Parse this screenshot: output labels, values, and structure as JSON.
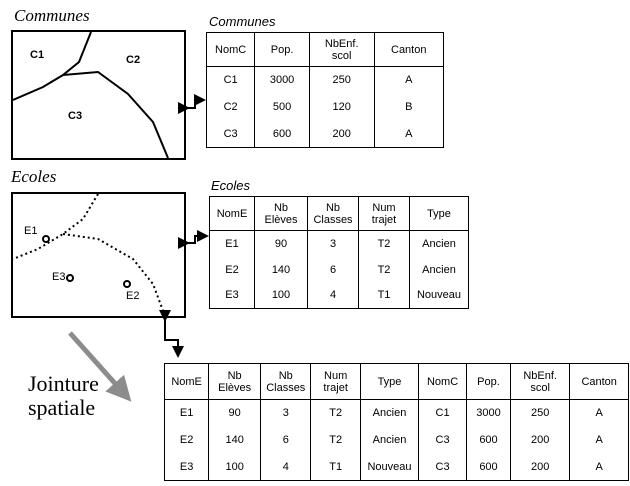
{
  "communes_map": {
    "title": "Communes",
    "regions": [
      "C1",
      "C2",
      "C3"
    ]
  },
  "communes_table": {
    "title": "Communes",
    "headers": [
      "NomC",
      "Pop.",
      "NbEnf.\nscol",
      "Canton"
    ],
    "rows": [
      [
        "C1",
        "3000",
        "250",
        "A"
      ],
      [
        "C2",
        "500",
        "120",
        "B"
      ],
      [
        "C3",
        "600",
        "200",
        "A"
      ]
    ]
  },
  "ecoles_map": {
    "title": "Ecoles",
    "schools": [
      "E1",
      "E3",
      "E2"
    ]
  },
  "ecoles_table": {
    "title": "Ecoles",
    "headers": [
      "NomE",
      "Nb\nElèves",
      "Nb\nClasses",
      "Num\ntrajet",
      "Type"
    ],
    "rows": [
      [
        "E1",
        "90",
        "3",
        "T2",
        "Ancien"
      ],
      [
        "E2",
        "140",
        "6",
        "T2",
        "Ancien"
      ],
      [
        "E3",
        "100",
        "4",
        "T1",
        "Nouveau"
      ]
    ]
  },
  "join": {
    "label": "Jointure\nspatiale",
    "headers": [
      "NomE",
      "Nb\nElèves",
      "Nb\nClasses",
      "Num\ntrajet",
      "Type",
      "NomC",
      "Pop.",
      "NbEnf.\nscol",
      "Canton"
    ],
    "rows": [
      [
        "E1",
        "90",
        "3",
        "T2",
        "Ancien",
        "C1",
        "3000",
        "250",
        "A"
      ],
      [
        "E2",
        "140",
        "6",
        "T2",
        "Ancien",
        "C3",
        "600",
        "200",
        "A"
      ],
      [
        "E3",
        "100",
        "4",
        "T1",
        "Nouveau",
        "C3",
        "600",
        "200",
        "A"
      ]
    ]
  }
}
